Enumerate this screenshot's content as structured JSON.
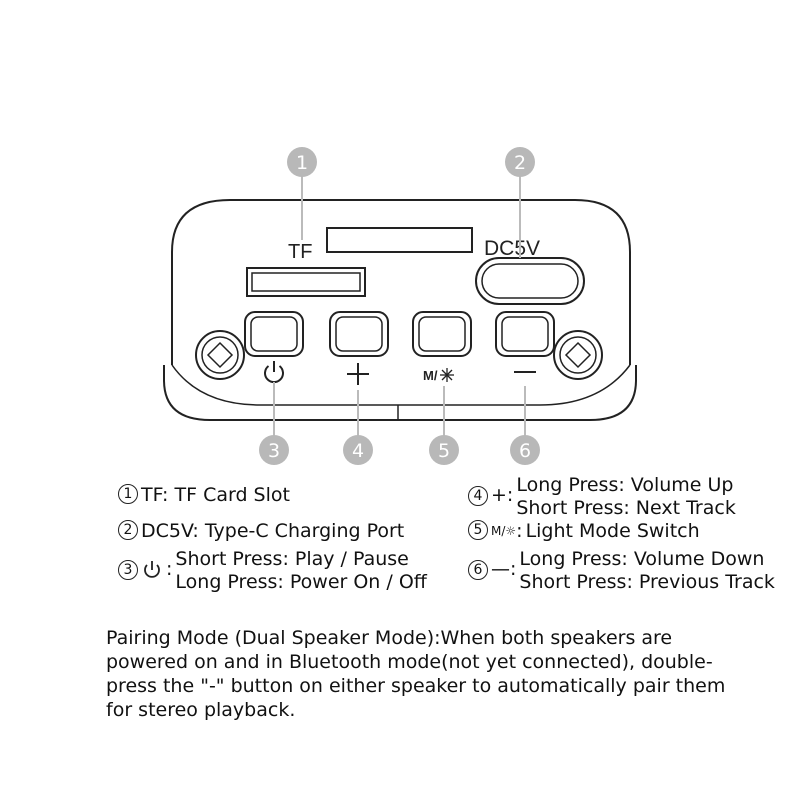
{
  "diagram": {
    "callouts": [
      "1",
      "2",
      "3",
      "4",
      "5",
      "6"
    ],
    "panel_labels": {
      "tf": "TF",
      "dc5v": "DC5V"
    },
    "button_icons": [
      "power-icon",
      "plus-icon",
      "mode-light-icon",
      "minus-icon"
    ],
    "colors": {
      "outline": "#222222",
      "callout": "#b8b8b8"
    }
  },
  "legend": {
    "item1": {
      "number": "1",
      "text": "TF: TF Card Slot"
    },
    "item2": {
      "number": "2",
      "text": "DC5V: Type-C Charging Port"
    },
    "item3": {
      "number": "3",
      "symbol": "power-icon",
      "line1": "Short Press: Play / Pause",
      "line2": "Long Press: Power On / Off"
    },
    "item4": {
      "number": "4",
      "symbol": "+",
      "line1": "Long Press: Volume Up",
      "line2": "Short Press: Next Track"
    },
    "item5": {
      "number": "5",
      "symbol": "M/☼",
      "text": "Light Mode Switch"
    },
    "item6": {
      "number": "6",
      "symbol": "—",
      "line1": "Long Press: Volume Down",
      "line2": "Short Press: Previous Track"
    }
  },
  "pairing": {
    "lines": [
      "Pairing Mode (Dual Speaker Mode):When both speakers are",
      "powered on and in Bluetooth mode(not yet connected), double-",
      "press the \"-\" button on either speaker to automatically pair them",
      "for stereo playback."
    ]
  }
}
